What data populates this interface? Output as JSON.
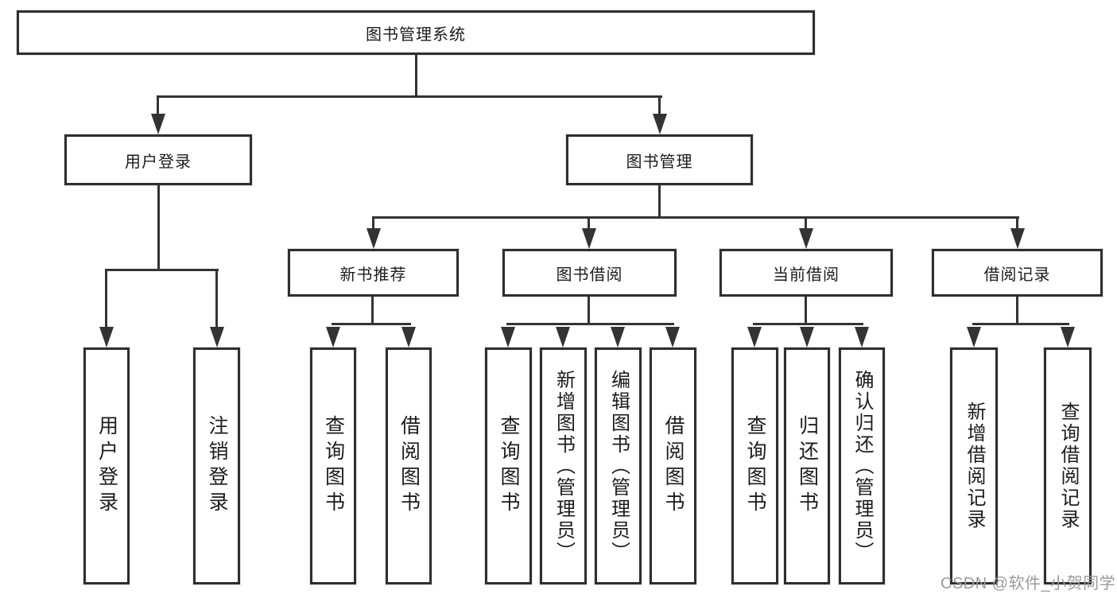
{
  "diagram": {
    "title": "图书管理系统",
    "tree": {
      "root": {
        "label": "图书管理系统",
        "children": [
          {
            "label": "用户登录",
            "children": [
              {
                "label": "用户登录"
              },
              {
                "label": "注销登录"
              }
            ]
          },
          {
            "label": "图书管理",
            "children": [
              {
                "label": "新书推荐",
                "children": [
                  {
                    "label": "查询图书"
                  },
                  {
                    "label": "借阅图书"
                  }
                ]
              },
              {
                "label": "图书借阅",
                "children": [
                  {
                    "label": "查询图书"
                  },
                  {
                    "label": "新增图书（管理员）"
                  },
                  {
                    "label": "编辑图书（管理员）"
                  },
                  {
                    "label": "借阅图书"
                  }
                ]
              },
              {
                "label": "当前借阅",
                "children": [
                  {
                    "label": "查询图书"
                  },
                  {
                    "label": "归还图书"
                  },
                  {
                    "label": "确认归还（管理员）"
                  }
                ]
              },
              {
                "label": "借阅记录",
                "children": [
                  {
                    "label": "新增借阅记录"
                  },
                  {
                    "label": "查询借阅记录"
                  }
                ]
              }
            ]
          }
        ]
      }
    },
    "watermark": {
      "text": "CSDN @软件_小贺同学"
    },
    "colors": {
      "line": "#333333",
      "box_border": "#2f2f2f",
      "text": "#1c1c1c",
      "watermark": "#9b9b9b",
      "background": "#ffffff"
    }
  }
}
